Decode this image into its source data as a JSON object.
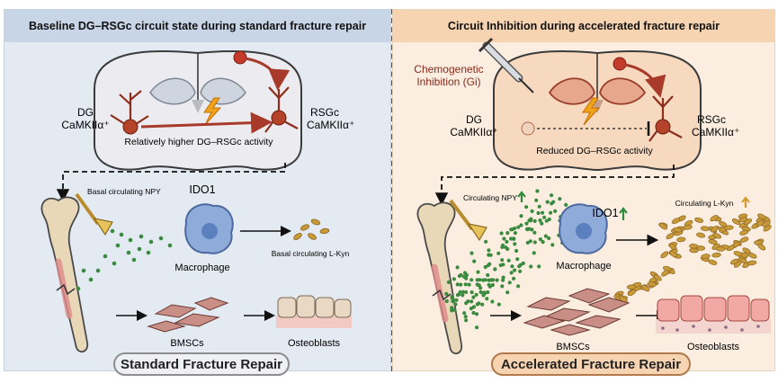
{
  "left_panel": {
    "title": "Baseline DG–RSGc circuit state during standard fracture repair",
    "dg_label": "DG",
    "dg_sub": "CaMKIIα⁺",
    "rsgc_label": "RSGc",
    "rsgc_sub": "CaMKIIα⁺",
    "activity_note": "Relatively higher DG–RSGc activity",
    "npy_label": "Basal circulating NPY",
    "ido1_label": "IDO1",
    "macrophage_label": "Macrophage",
    "lkyn_label": "Basal circulating L-Kyn",
    "bmscs_label": "BMSCs",
    "osteoblasts_label": "Osteoblasts",
    "outcome": "Standard Fracture Repair"
  },
  "right_panel": {
    "title": "Circuit Inhibition during accelerated fracture repair",
    "chemo_line1": "Chemogenetic",
    "chemo_line2": "Inhibition (Gi)",
    "dg_label": "DG",
    "dg_sub": "CaMKIIα⁺",
    "rsgc_label": "RSGc",
    "rsgc_sub": "CaMKIIα⁺",
    "activity_note": "Reduced DG–RSGc activity",
    "npy_label": "Circulating NPY",
    "ido1_label": "IDO1",
    "macrophage_label": "Macrophage",
    "lkyn_label": "Circulating L-Kyn",
    "bmscs_label": "BMSCs",
    "osteoblasts_label": "Osteoblasts",
    "outcome": "Accelerated Fracture Repair"
  },
  "colors": {
    "left_bg": "#e4eaf2",
    "left_header": "#c7d5e6",
    "right_bg": "#fbeee1",
    "right_header": "#f6d3b1",
    "neuron": "#b5432a",
    "npy_dots": "#3a8a3f",
    "lkyn_pellets": "#c99a3a",
    "macrophage": "#7f9ed2",
    "bone": "#e8d8b8",
    "osteoblast_left": "#e9d8c3",
    "osteoblast_right": "#f2a9a6",
    "up_arrow_green": "#2f8a3b",
    "up_arrow_orange": "#d79a2f"
  },
  "icons": {
    "lightning": "lightning-bolt-icon",
    "syringe": "syringe-icon",
    "up_arrow": "up-arrow-icon"
  }
}
